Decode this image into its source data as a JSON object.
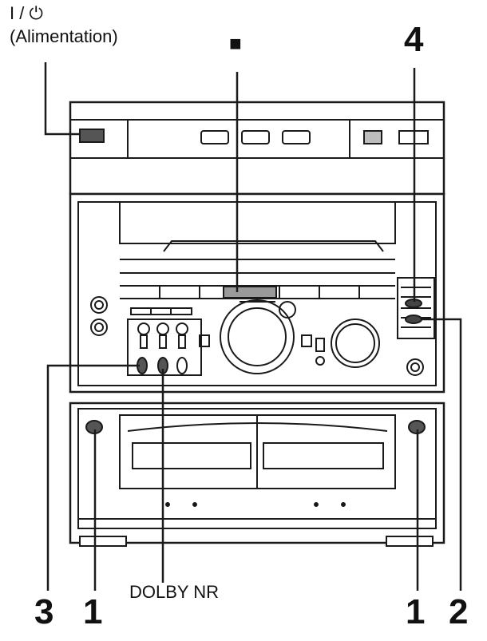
{
  "labels": {
    "power_symbol": "I / ⏻",
    "power_text": "(Alimentation)",
    "stop_symbol": "■",
    "callout_4": "4",
    "callout_3": "3",
    "callout_1_left": "1",
    "dolby": "DOLBY NR",
    "callout_1_right": "1",
    "callout_2": "2"
  },
  "colors": {
    "line": "#1a1a1a",
    "panel": "#ffffff",
    "shade": "#bdbdbd",
    "dark": "#3a3a3a"
  }
}
